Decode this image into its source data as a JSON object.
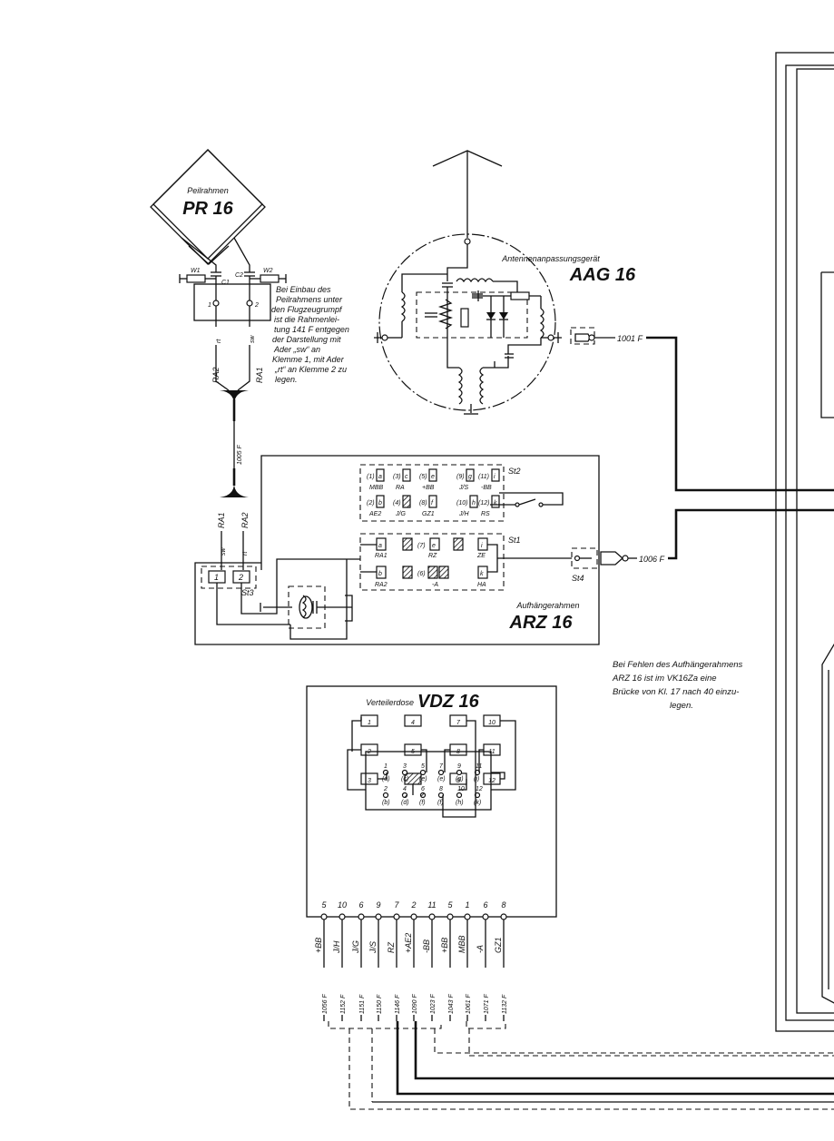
{
  "peilrahmen": {
    "label": "Peilrahmen",
    "model": "PR 16"
  },
  "pr_terminals": {
    "w1": "W1",
    "w2": "W2",
    "c1": "C1",
    "c2": "C2",
    "t1": "1",
    "t2": "2",
    "rt": "rt",
    "sw": "sw"
  },
  "pr_note": [
    "Bei Einbau des",
    "Peilrahmens unter",
    "den Flugzeugrumpf",
    "ist die Rahmenlei-",
    "tung 141 F entgegen",
    "der Darstellung mit",
    "Ader „sw“ an",
    "Klemme 1, mit Ader",
    "„rt“ an Klemme 2 zu",
    "legen."
  ],
  "cable": {
    "ra2_top": "RA2",
    "ra1_top": "RA1",
    "wire": "1005 F",
    "ra1_bot": "RA1",
    "ra2_bot": "RA2"
  },
  "aag": {
    "label": "Antennenanpassungsgerät",
    "model": "AAG 16",
    "wire": "1001 F"
  },
  "arz": {
    "label": "Aufhängerahmen",
    "model": "ARZ 16",
    "st1": "St1",
    "st2": "St2",
    "st3": "St3",
    "st4": "St4",
    "sw": "sw",
    "rt": "rt",
    "wire": "1006 F",
    "st2_top": [
      {
        "n": "(1)",
        "l": "a",
        "s": "MBB"
      },
      {
        "n": "(3)",
        "l": "c",
        "s": "RA"
      },
      {
        "n": "(5)",
        "l": "e",
        "s": "+BB"
      },
      {
        "n": "(9)",
        "l": "g",
        "s": "J/S"
      },
      {
        "n": "(11)",
        "l": "i",
        "s": "-BB"
      }
    ],
    "st2_bot": [
      {
        "n": "(2)",
        "l": "b",
        "s": "AE2"
      },
      {
        "n": "(4)",
        "l": "",
        "s": "J/G"
      },
      {
        "n": "(8)",
        "l": "f",
        "s": "GZ1"
      },
      {
        "n": "(10)",
        "l": "h",
        "s": "J/H"
      },
      {
        "n": "(12)",
        "l": "k",
        "s": "RS"
      }
    ],
    "st1_labels": {
      "a": "a",
      "ra1": "RA1",
      "n7": "(7)",
      "e": "e",
      "rz": "RZ",
      "i": "i",
      "ze": "ZE",
      "b": "b",
      "ra2": "RA2",
      "n6": "(6)",
      "minus_a": "-A",
      "k": "k",
      "ha": "HA"
    },
    "terminals": [
      "1",
      "2"
    ]
  },
  "arz_note": [
    "Bei Fehlen des Aufhängerahmens",
    "ARZ 16 ist im VK16Za eine",
    "Brücke von Kl. 17 nach 40 einzu-",
    "legen."
  ],
  "vdz": {
    "label": "Verteilerdose",
    "model": "VDZ 16",
    "terminals": [
      "1",
      "4",
      "7",
      "10",
      "2",
      "5",
      "8",
      "11",
      "3",
      "6",
      "9",
      "12"
    ],
    "inner_top": [
      [
        "1",
        "(a)"
      ],
      [
        "3",
        "(c)"
      ],
      [
        "5",
        "(e)"
      ],
      [
        "7",
        "(e)"
      ],
      [
        "9",
        "(g)"
      ],
      [
        "11",
        "(i)"
      ]
    ],
    "inner_bot": [
      [
        "2",
        "(b)"
      ],
      [
        "4",
        "(d)"
      ],
      [
        "6",
        "(f)"
      ],
      [
        "8",
        "(f)"
      ],
      [
        "10",
        "(h)"
      ],
      [
        "12",
        "(k)"
      ]
    ]
  },
  "outputs": [
    {
      "pin": "5",
      "sig": "+BB",
      "wire": "1056 F"
    },
    {
      "pin": "10",
      "sig": "J/H",
      "wire": "1152 F"
    },
    {
      "pin": "6",
      "sig": "J/G",
      "wire": "1151 F"
    },
    {
      "pin": "9",
      "sig": "J/S",
      "wire": "1150 F"
    },
    {
      "pin": "7",
      "sig": "RZ",
      "wire": "1146 F"
    },
    {
      "pin": "2",
      "sig": "+AE2",
      "wire": "1090 F"
    },
    {
      "pin": "11",
      "sig": "-BB",
      "wire": "1023 F"
    },
    {
      "pin": "5",
      "sig": "+BB",
      "wire": "1043 F"
    },
    {
      "pin": "1",
      "sig": "MBB",
      "wire": "1061 F"
    },
    {
      "pin": "6",
      "sig": "-A",
      "wire": "1071 F"
    },
    {
      "pin": "8",
      "sig": "GZ1",
      "wire": "1132 F"
    }
  ]
}
